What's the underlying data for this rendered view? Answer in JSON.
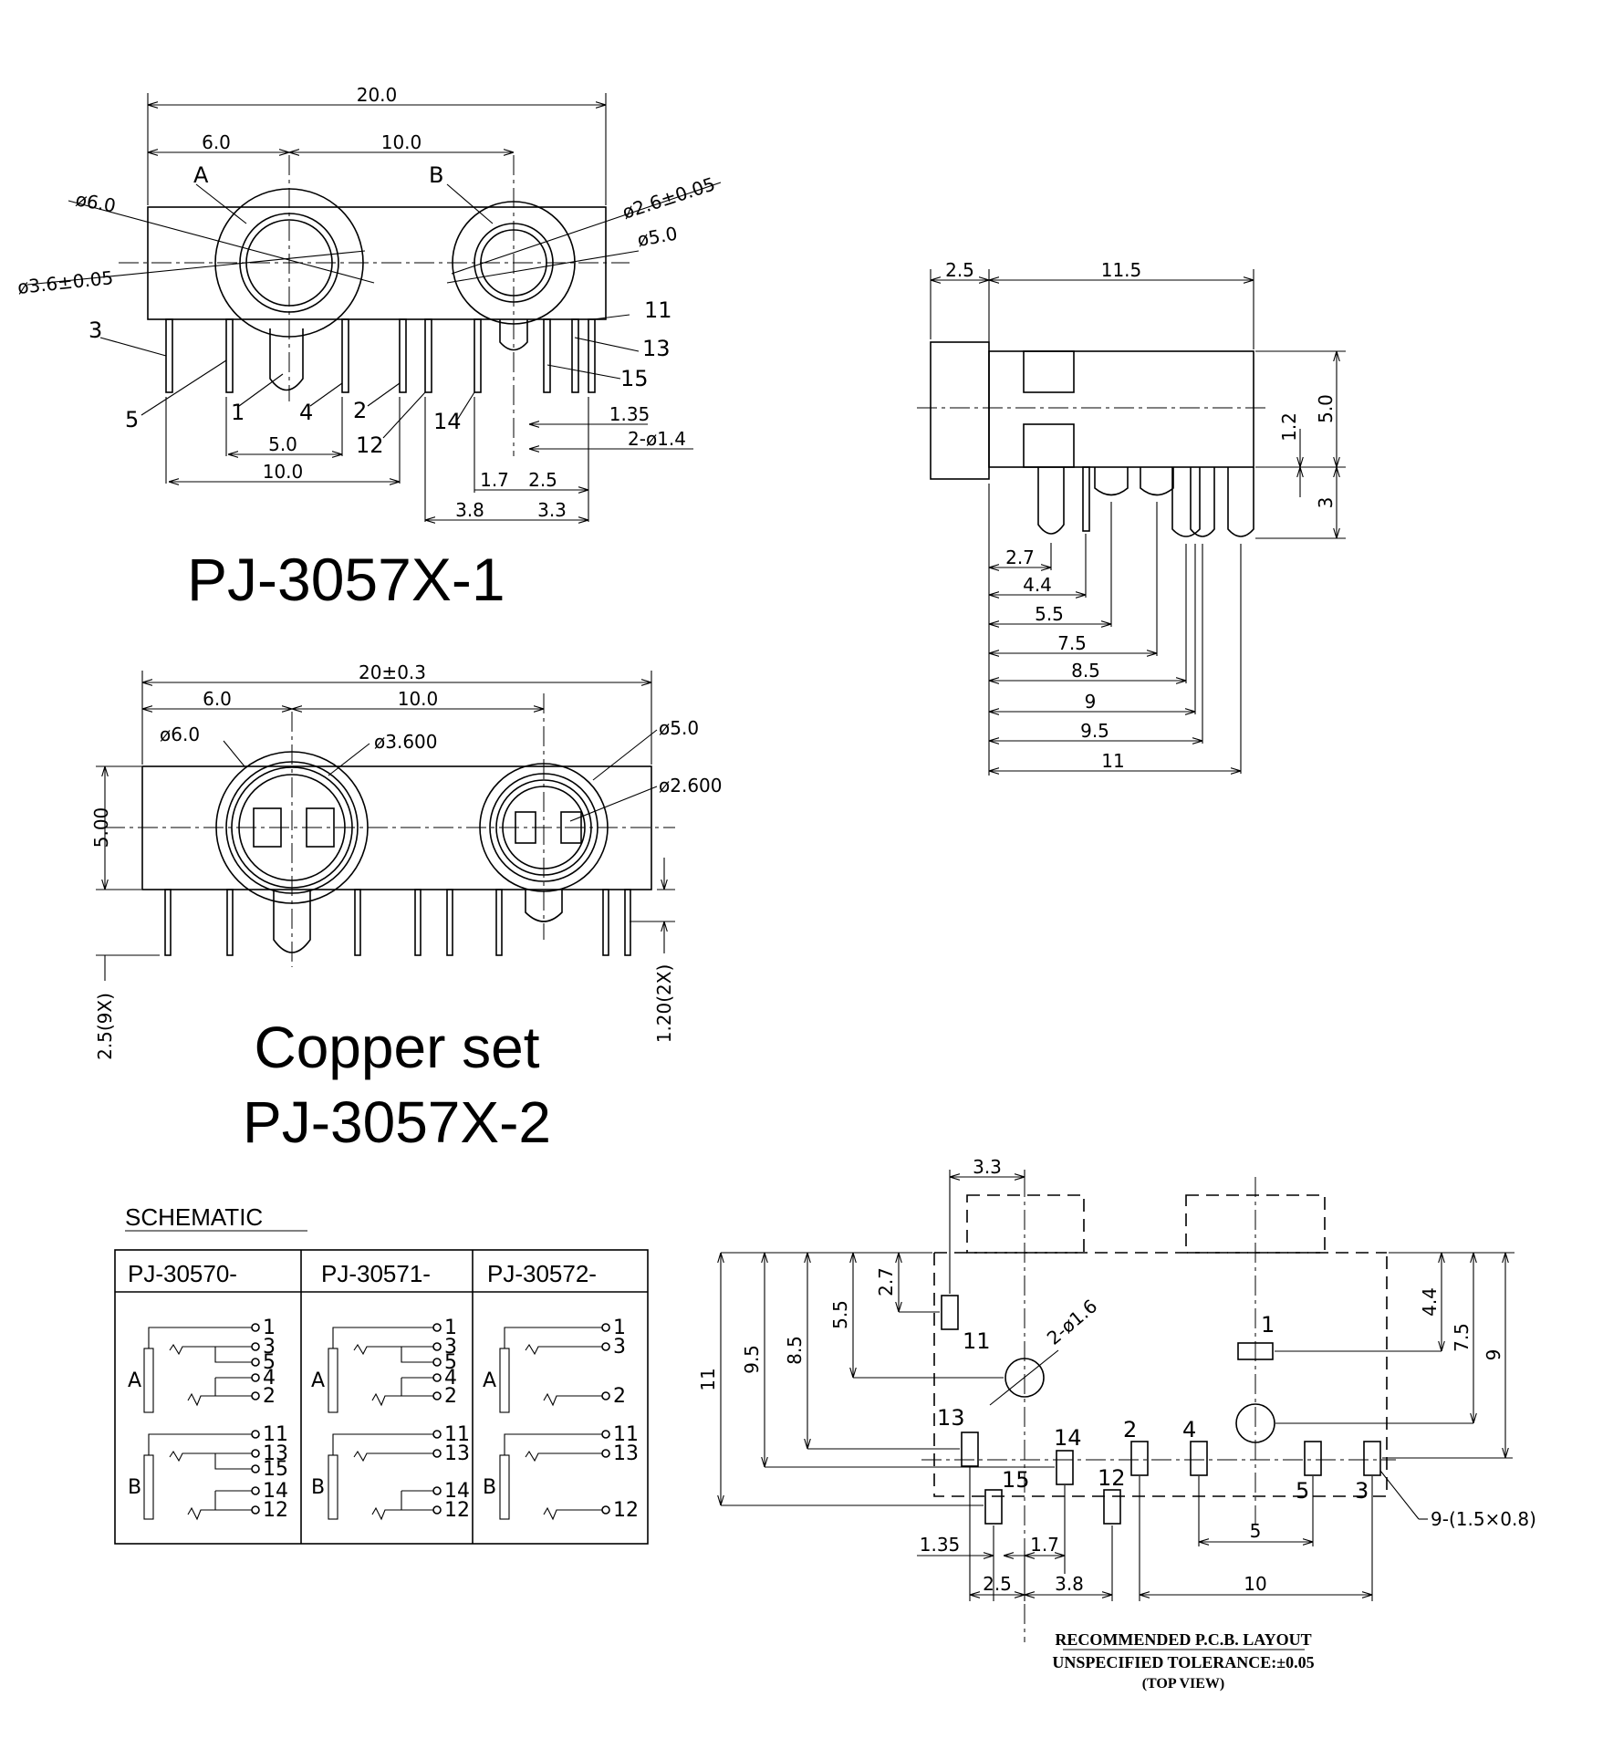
{
  "titles": {
    "top_left": "PJ-3057X-1",
    "copper_line1": "Copper set",
    "copper_line2": "PJ-3057X-2"
  },
  "view1": {
    "dims": {
      "overall": "20.0",
      "left": "6.0",
      "spacing": "10.0",
      "d_a_outer": "ø6.0",
      "d_a_hole": "ø3.6±0.05",
      "d_b_outer": "ø5.0",
      "d_b_hole": "ø2.6±0.05",
      "pitch5": "5.0",
      "pitch10": "10.0",
      "d135": "1.35",
      "d_holes": "2-ø1.4",
      "d17": "1.7",
      "d25": "2.5",
      "d38": "3.8",
      "d33": "3.3"
    },
    "labels": {
      "a": "A",
      "b": "B"
    },
    "pins": [
      "3",
      "5",
      "1",
      "4",
      "2",
      "12",
      "14",
      "11",
      "13",
      "15"
    ]
  },
  "side_view": {
    "dims": {
      "front": "2.5",
      "length": "11.5",
      "height": "5.0",
      "offset": "1.2",
      "pin_len": "3",
      "p27": "2.7",
      "p44": "4.4",
      "p55": "5.5",
      "p75": "7.5",
      "p85": "8.5",
      "p9": "9",
      "p95": "9.5",
      "p11": "11"
    }
  },
  "view2": {
    "dims": {
      "overall": "20±0.3",
      "left": "6.0",
      "spacing": "10.0",
      "d_a_outer": "ø6.0",
      "d_a_hole": "ø3.600",
      "d_b_outer": "ø5.0",
      "d_b_hole": "ø2.600",
      "height": "5.00",
      "pins9": "2.5(9X)",
      "pins2": "1.20(2X)"
    }
  },
  "schematic": {
    "title": "SCHEMATIC",
    "columns": [
      "PJ-30570-",
      "PJ-30571-",
      "PJ-30572-"
    ],
    "jack_a": "A",
    "jack_b": "B",
    "col1": [
      "1",
      "3",
      "5",
      "4",
      "2",
      "11",
      "13",
      "15",
      "14",
      "12"
    ],
    "col2": [
      "1",
      "3",
      "5",
      "4",
      "2",
      "11",
      "13",
      "14",
      "12"
    ],
    "col3": [
      "1",
      "3",
      "2",
      "11",
      "13",
      "12"
    ]
  },
  "pcb": {
    "dims": {
      "d33": "3.3",
      "d27": "2.7",
      "d55": "5.5",
      "d85": "8.5",
      "d95": "9.5",
      "d11": "11",
      "d44": "4.4",
      "d75": "7.5",
      "d9": "9",
      "holes": "2-ø1.6",
      "pads": "9-(1.5×0.8)",
      "d135": "1.35",
      "d17": "1.7",
      "d25": "2.5",
      "d38": "3.8",
      "d5": "5",
      "d10": "10"
    },
    "pins": [
      "11",
      "1",
      "13",
      "14",
      "2",
      "4",
      "5",
      "3",
      "15",
      "12"
    ],
    "notes": {
      "line1": "RECOMMENDED P.C.B. LAYOUT",
      "line2": "UNSPECIFIED TOLERANCE:±0.05",
      "line3": "(TOP VIEW)"
    }
  }
}
